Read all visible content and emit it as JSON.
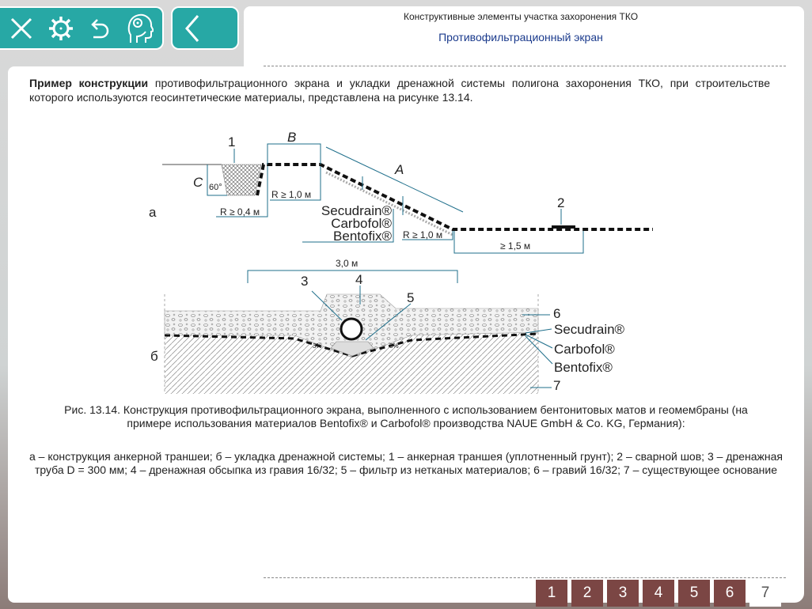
{
  "toolbar": {
    "icons": [
      "close-icon",
      "gear-icon",
      "undo-icon",
      "head-gear-icon"
    ],
    "back_icon": "chevron-left-icon",
    "accent": "#27a8a5"
  },
  "header": {
    "title": "Конструктивные элементы участка захоронения ТКО",
    "subtitle": "Противофильтрационный экран"
  },
  "intro": {
    "bold": "Пример конструкции",
    "text": " противофильтрационного экрана и укладки дренажной системы полигона захоронения ТКО, при строительстве которого используются геосинтетические материалы, представлена на рисунке 13.14."
  },
  "figure": {
    "a": {
      "panel": "а",
      "n1": "1",
      "n2": "2",
      "B": "B",
      "A": "A",
      "C": "C",
      "angle": "60°",
      "r1": "R ≥ 1,0 м",
      "r04": "R ≥ 0,4 м",
      "r2": "R ≥ 1,0 м",
      "dist": "≥ 1,5 м",
      "m1": "Secudrain®",
      "m2": "Carbofol®",
      "m3": "Bentofix®"
    },
    "b": {
      "panel": "б",
      "width": "3,0 м",
      "n3": "3",
      "n4": "4",
      "n5": "5",
      "n6": "6",
      "n7": "7",
      "m1": "Secudrain®",
      "m2": "Carbofol®",
      "m3": "Bentofix®",
      "slope": "3%"
    }
  },
  "caption": "Рис. 13.14. Конструкция противофильтрационного экрана, выполненного с использованием бентонитовых матов и геомембраны (на примере использования материалов Bentofix® и Carbofol® производства NAUE GmbH & Co. KG, Германия):",
  "legend": "а – конструкция анкерной траншеи; б – укладка дренажной системы; 1 – анкерная траншея (уплотненный грунт); 2 – сварной шов; 3 – дренажная труба D = 300 мм; 4 – дренажная обсыпка из гравия 16/32; 5 – фильтр из нетканых материалов; 6 – гравий 16/32; 7 – существующее основание",
  "pager": {
    "pages": [
      "1",
      "2",
      "3",
      "4",
      "5",
      "6",
      "7"
    ],
    "current": "7"
  }
}
